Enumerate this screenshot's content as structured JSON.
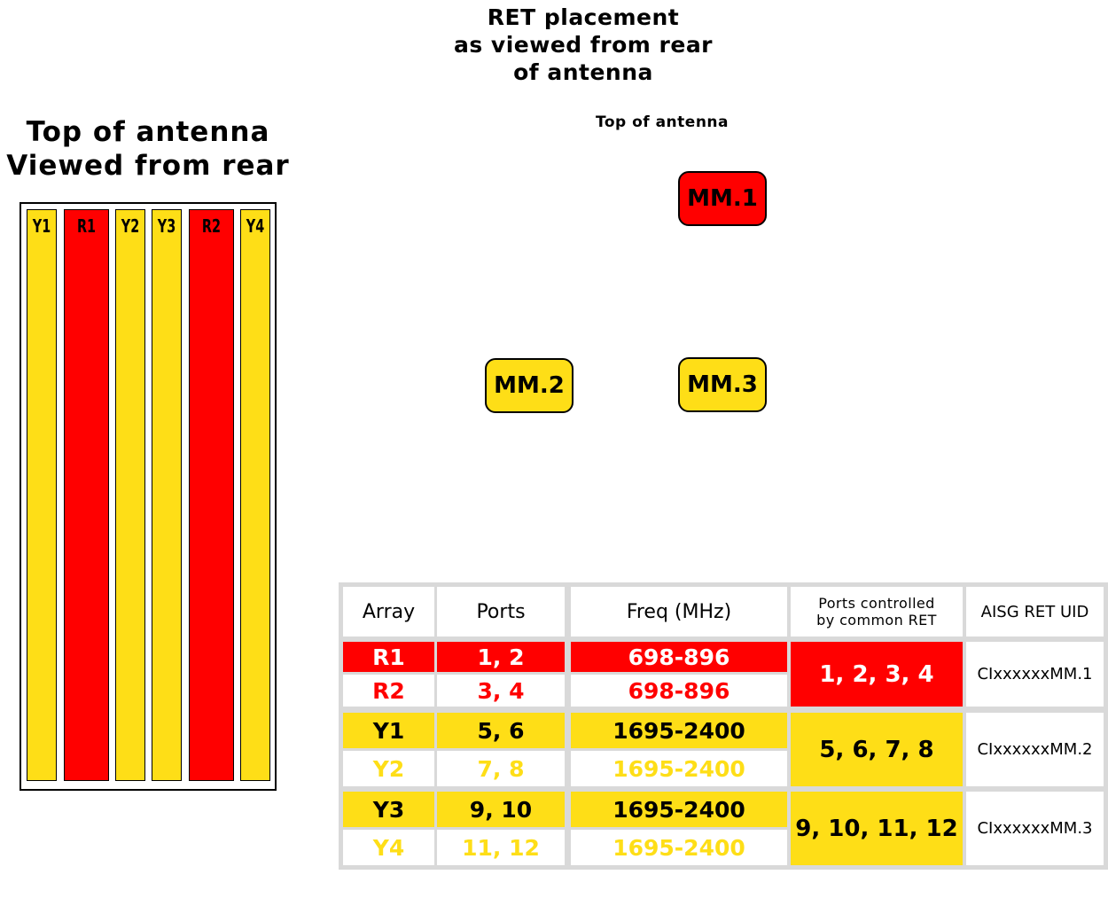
{
  "header": {
    "title_lines": [
      "RET placement",
      "as viewed from rear",
      "of antenna"
    ],
    "top_label": "Top of antenna"
  },
  "left_panel": {
    "title_lines": [
      "Top of antenna",
      "Viewed from rear"
    ],
    "columns": [
      {
        "label": "Y1",
        "color": "#FEDE17"
      },
      {
        "label": "R1",
        "color": "#FF0000"
      },
      {
        "label": "Y2",
        "color": "#FEDE17"
      },
      {
        "label": "Y3",
        "color": "#FEDE17"
      },
      {
        "label": "R2",
        "color": "#FF0000"
      },
      {
        "label": "Y4",
        "color": "#FEDE17"
      }
    ]
  },
  "ret_boxes": [
    {
      "label": "MM.1",
      "color": "#FF0000"
    },
    {
      "label": "MM.2",
      "color": "#FEDE17"
    },
    {
      "label": "MM.3",
      "color": "#FEDE17"
    }
  ],
  "table": {
    "headers": {
      "array": "Array",
      "ports": "Ports",
      "freq": "Freq (MHz)",
      "common_line1": "Ports controlled",
      "common_line2": "by common RET",
      "uid": "AISG RET UID"
    },
    "rows": [
      {
        "array": "R1",
        "ports": "1, 2",
        "freq": "698-896"
      },
      {
        "array": "R2",
        "ports": "3, 4",
        "freq": "698-896"
      },
      {
        "array": "Y1",
        "ports": "5, 6",
        "freq": "1695-2400"
      },
      {
        "array": "Y2",
        "ports": "7, 8",
        "freq": "1695-2400"
      },
      {
        "array": "Y3",
        "ports": "9, 10",
        "freq": "1695-2400"
      },
      {
        "array": "Y4",
        "ports": "11, 12",
        "freq": "1695-2400"
      }
    ],
    "groups": [
      {
        "common": "1, 2, 3, 4",
        "uid": "CIxxxxxxMM.1"
      },
      {
        "common": "5, 6, 7, 8",
        "uid": "CIxxxxxxMM.2"
      },
      {
        "common": "9, 10, 11, 12",
        "uid": "CIxxxxxxMM.3"
      }
    ],
    "colors": {
      "red": "#FF0000",
      "yellow": "#FEDE17",
      "grid": "#D9D9D9"
    }
  }
}
